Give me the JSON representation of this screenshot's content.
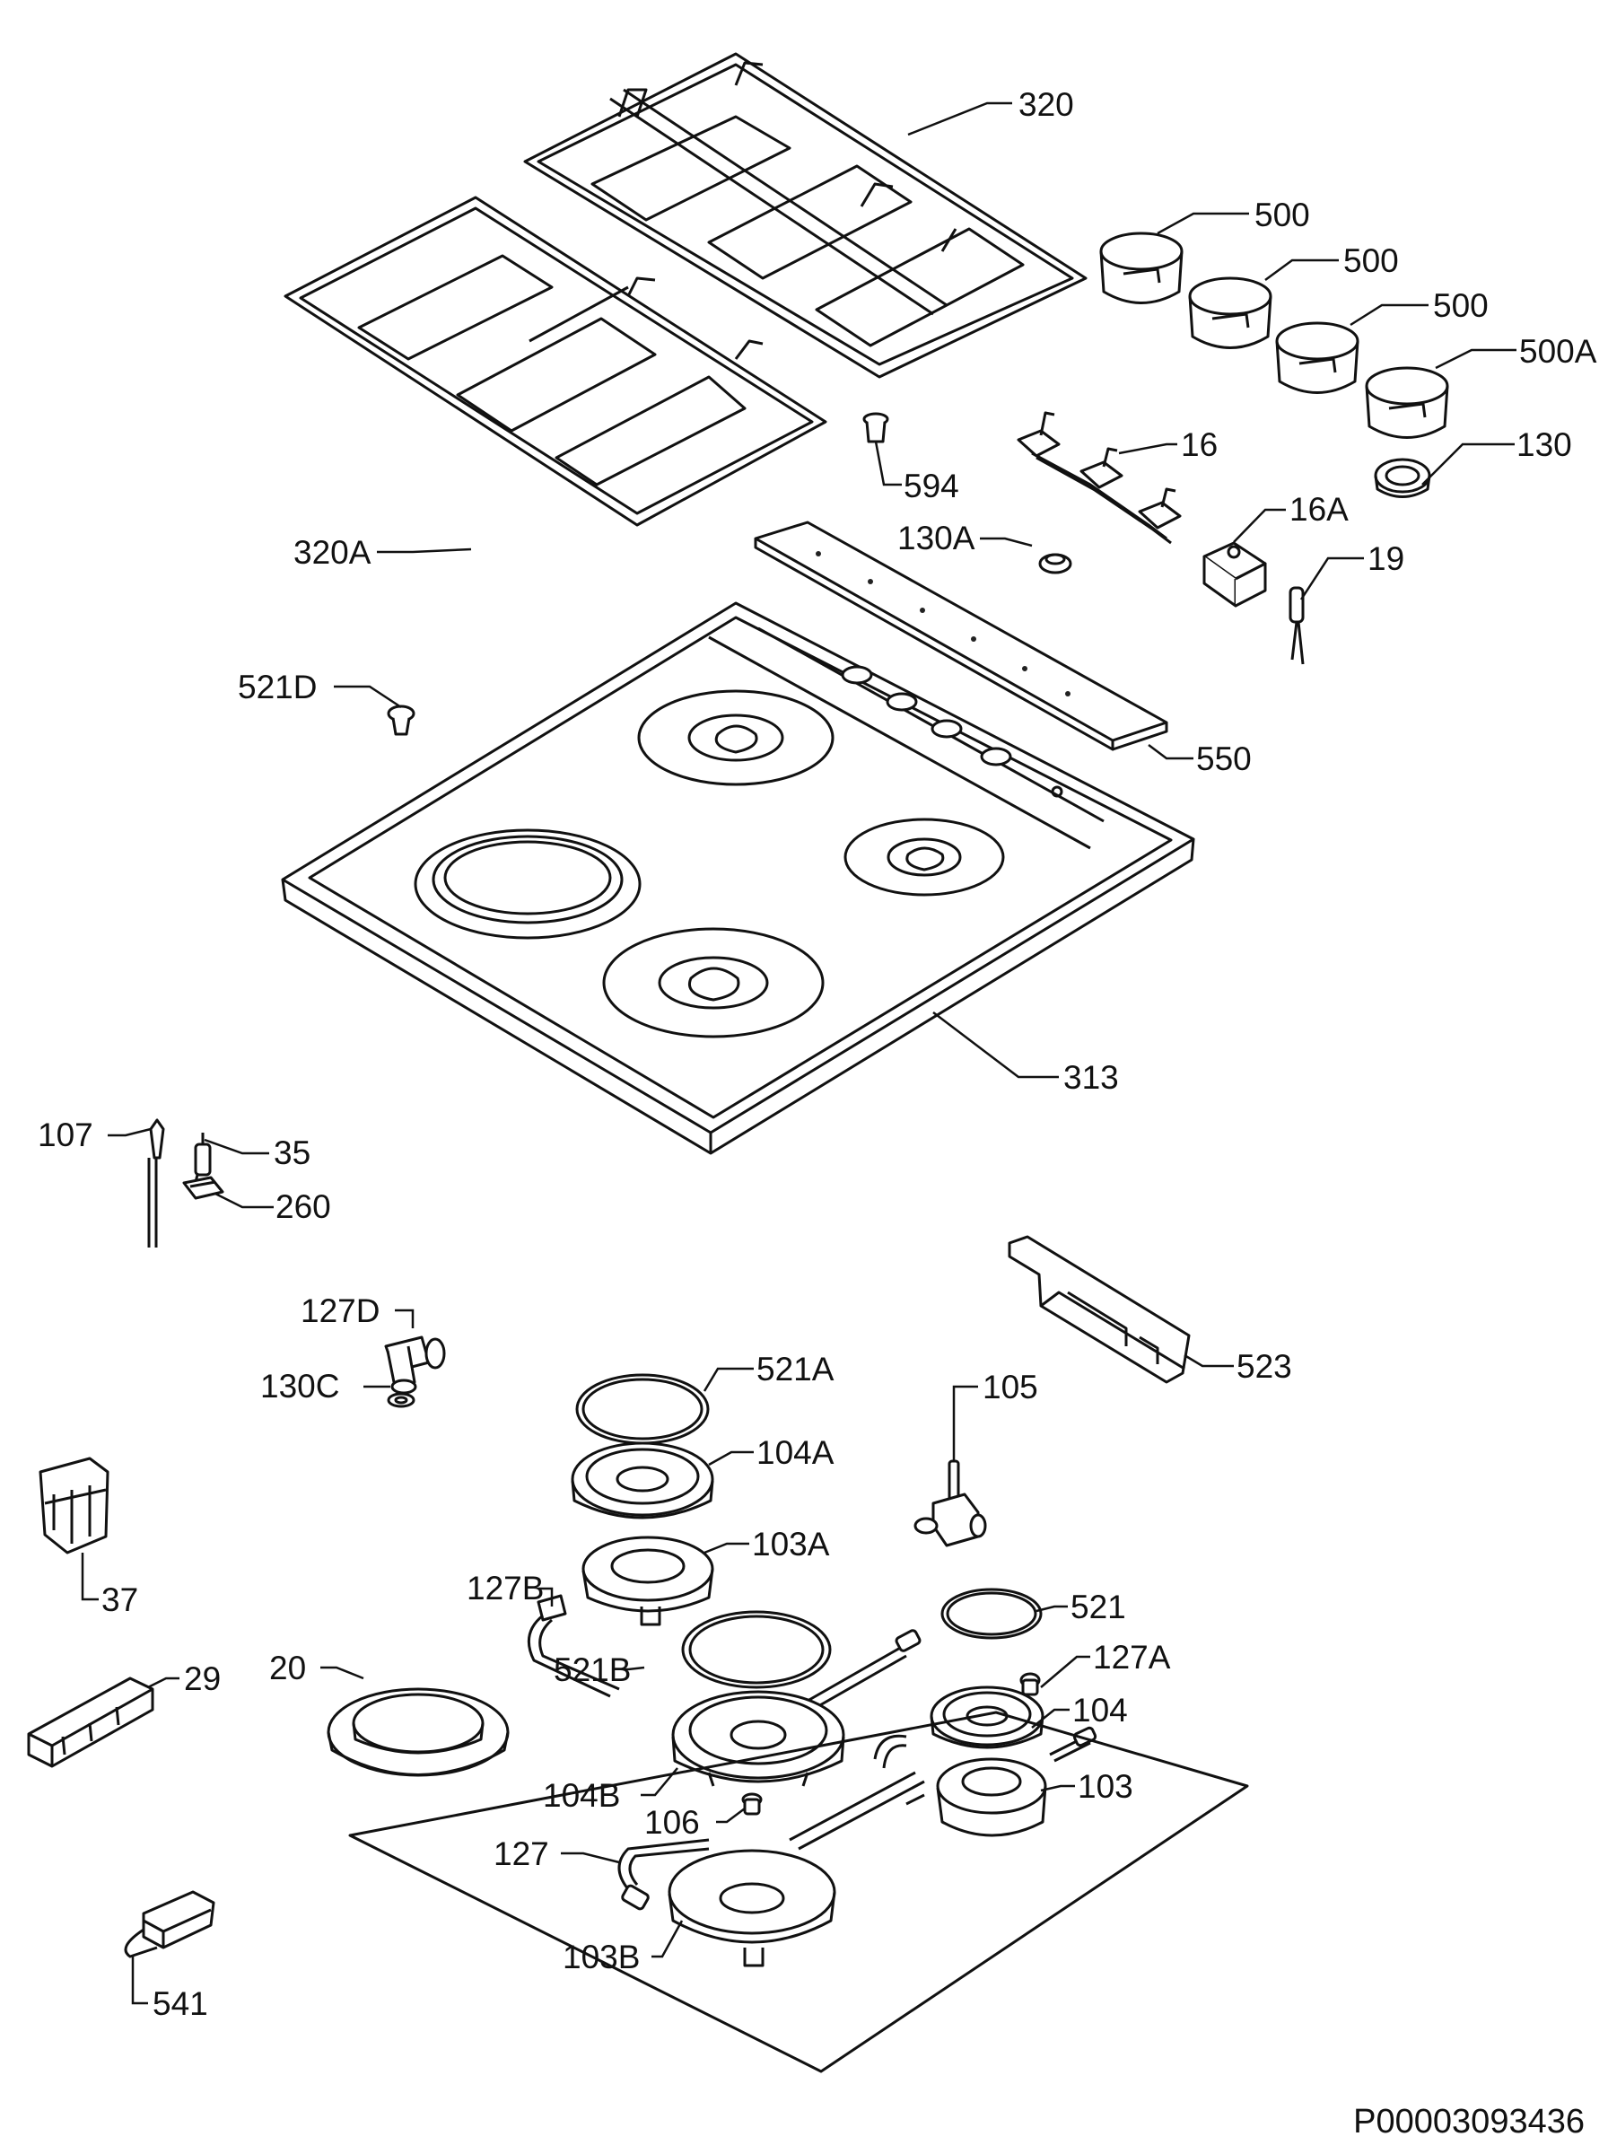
{
  "labels": {
    "l320": "320",
    "l320a": "320A",
    "l594": "594",
    "l500_1": "500",
    "l500_2": "500",
    "l500_3": "500",
    "l500a": "500A",
    "l16": "16",
    "l130": "130",
    "l130a": "130A",
    "l16a": "16A",
    "l19": "19",
    "l521d": "521D",
    "l550": "550",
    "l313": "313",
    "l107": "107",
    "l35": "35",
    "l260": "260",
    "l127d": "127D",
    "l130c": "130C",
    "l523": "523",
    "l521a": "521A",
    "l104a": "104A",
    "l105": "105",
    "l37": "37",
    "l103a": "103A",
    "l127b": "127B",
    "l521": "521",
    "l127a": "127A",
    "l29": "29",
    "l20": "20",
    "l521b": "521B",
    "l104": "104",
    "l104b": "104B",
    "l103": "103",
    "l106": "106",
    "l127": "127",
    "l103b": "103B",
    "l541": "541"
  },
  "document_code": "P00003093436"
}
